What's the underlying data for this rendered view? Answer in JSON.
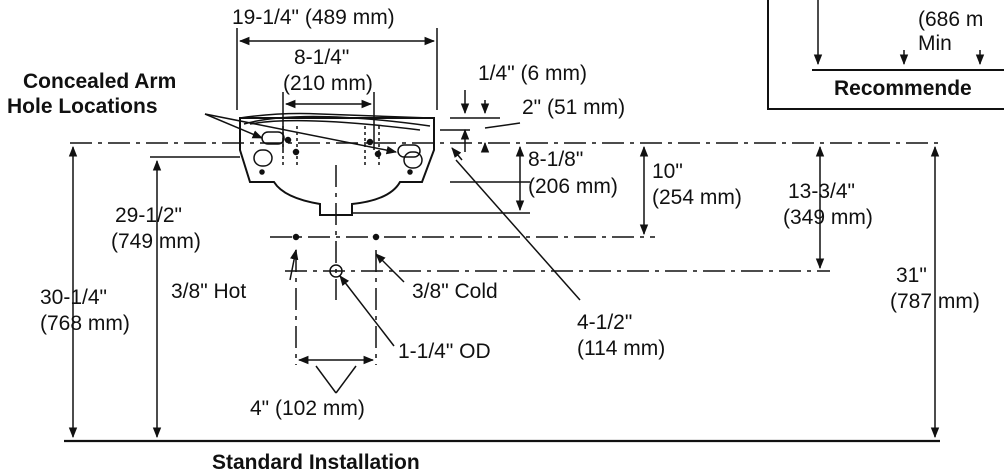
{
  "title": "Standard Installation",
  "callout": {
    "line1": "Concealed Arm",
    "line2": "Hole Locations"
  },
  "dimensions": {
    "basin_width": "19-1/4\" (489 mm)",
    "hole_spacing_a": "8-1/4\"",
    "hole_spacing_b": "(210 mm)",
    "gap_quarter": "1/4\" (6 mm)",
    "rim_height": "2\" (51 mm)",
    "depth_a": "8-1/8\"",
    "depth_b": "(206 mm)",
    "supply_drop_a": "10\"",
    "supply_drop_b": "(254 mm)",
    "drain_drop_a": "13-3/4\"",
    "drain_drop_b": "(349 mm)",
    "supply_height_a": "29-1/2\"",
    "supply_height_b": "(749 mm)",
    "drain_height_a": "30-1/4\"",
    "drain_height_b": "(768 mm)",
    "rim_floor_a": "31\"",
    "rim_floor_b": "(787 mm)",
    "hot_supply": "3/8\" Hot",
    "cold_supply": "3/8\" Cold",
    "drain_od": "1-1/4\" OD",
    "offset_a": "4-1/2\"",
    "offset_b": "(114 mm)",
    "supply_spacing": "4\" (102 mm)"
  },
  "inset": {
    "partial_dim_a": "(686 m",
    "partial_dim_b": "Min",
    "partial_title": "Recommende"
  }
}
